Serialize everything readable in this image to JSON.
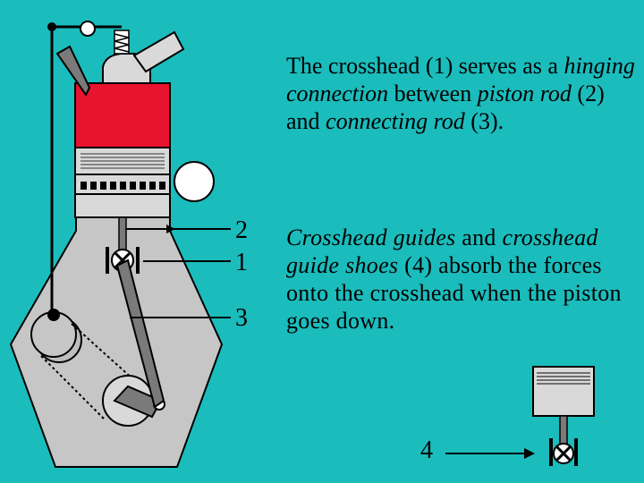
{
  "paragraphs": {
    "p1": [
      {
        "text": "The crosshead (1) serves as a ",
        "italic": false
      },
      {
        "text": "hinging connection",
        "italic": true
      },
      {
        "text": " between ",
        "italic": false
      },
      {
        "text": "piston rod",
        "italic": true
      },
      {
        "text": " (2) and ",
        "italic": false
      },
      {
        "text": "connecting rod",
        "italic": true
      },
      {
        "text": " (3).",
        "italic": false
      }
    ],
    "p2": [
      {
        "text": "Crosshead guides",
        "italic": true
      },
      {
        "text": " and ",
        "italic": false
      },
      {
        "text": "crosshead guide shoes",
        "italic": true
      },
      {
        "text": " (4) absorb the forces onto the crosshead when the piston goes down.",
        "italic": false
      }
    ]
  },
  "callouts": {
    "label_2": "2",
    "label_1": "1",
    "label_3": "3",
    "label_4": "4"
  },
  "colors": {
    "background": "#1bbcbc",
    "cylinder": "#e8132f",
    "crankcase": "#c6c6c6",
    "outline": "#000000"
  }
}
